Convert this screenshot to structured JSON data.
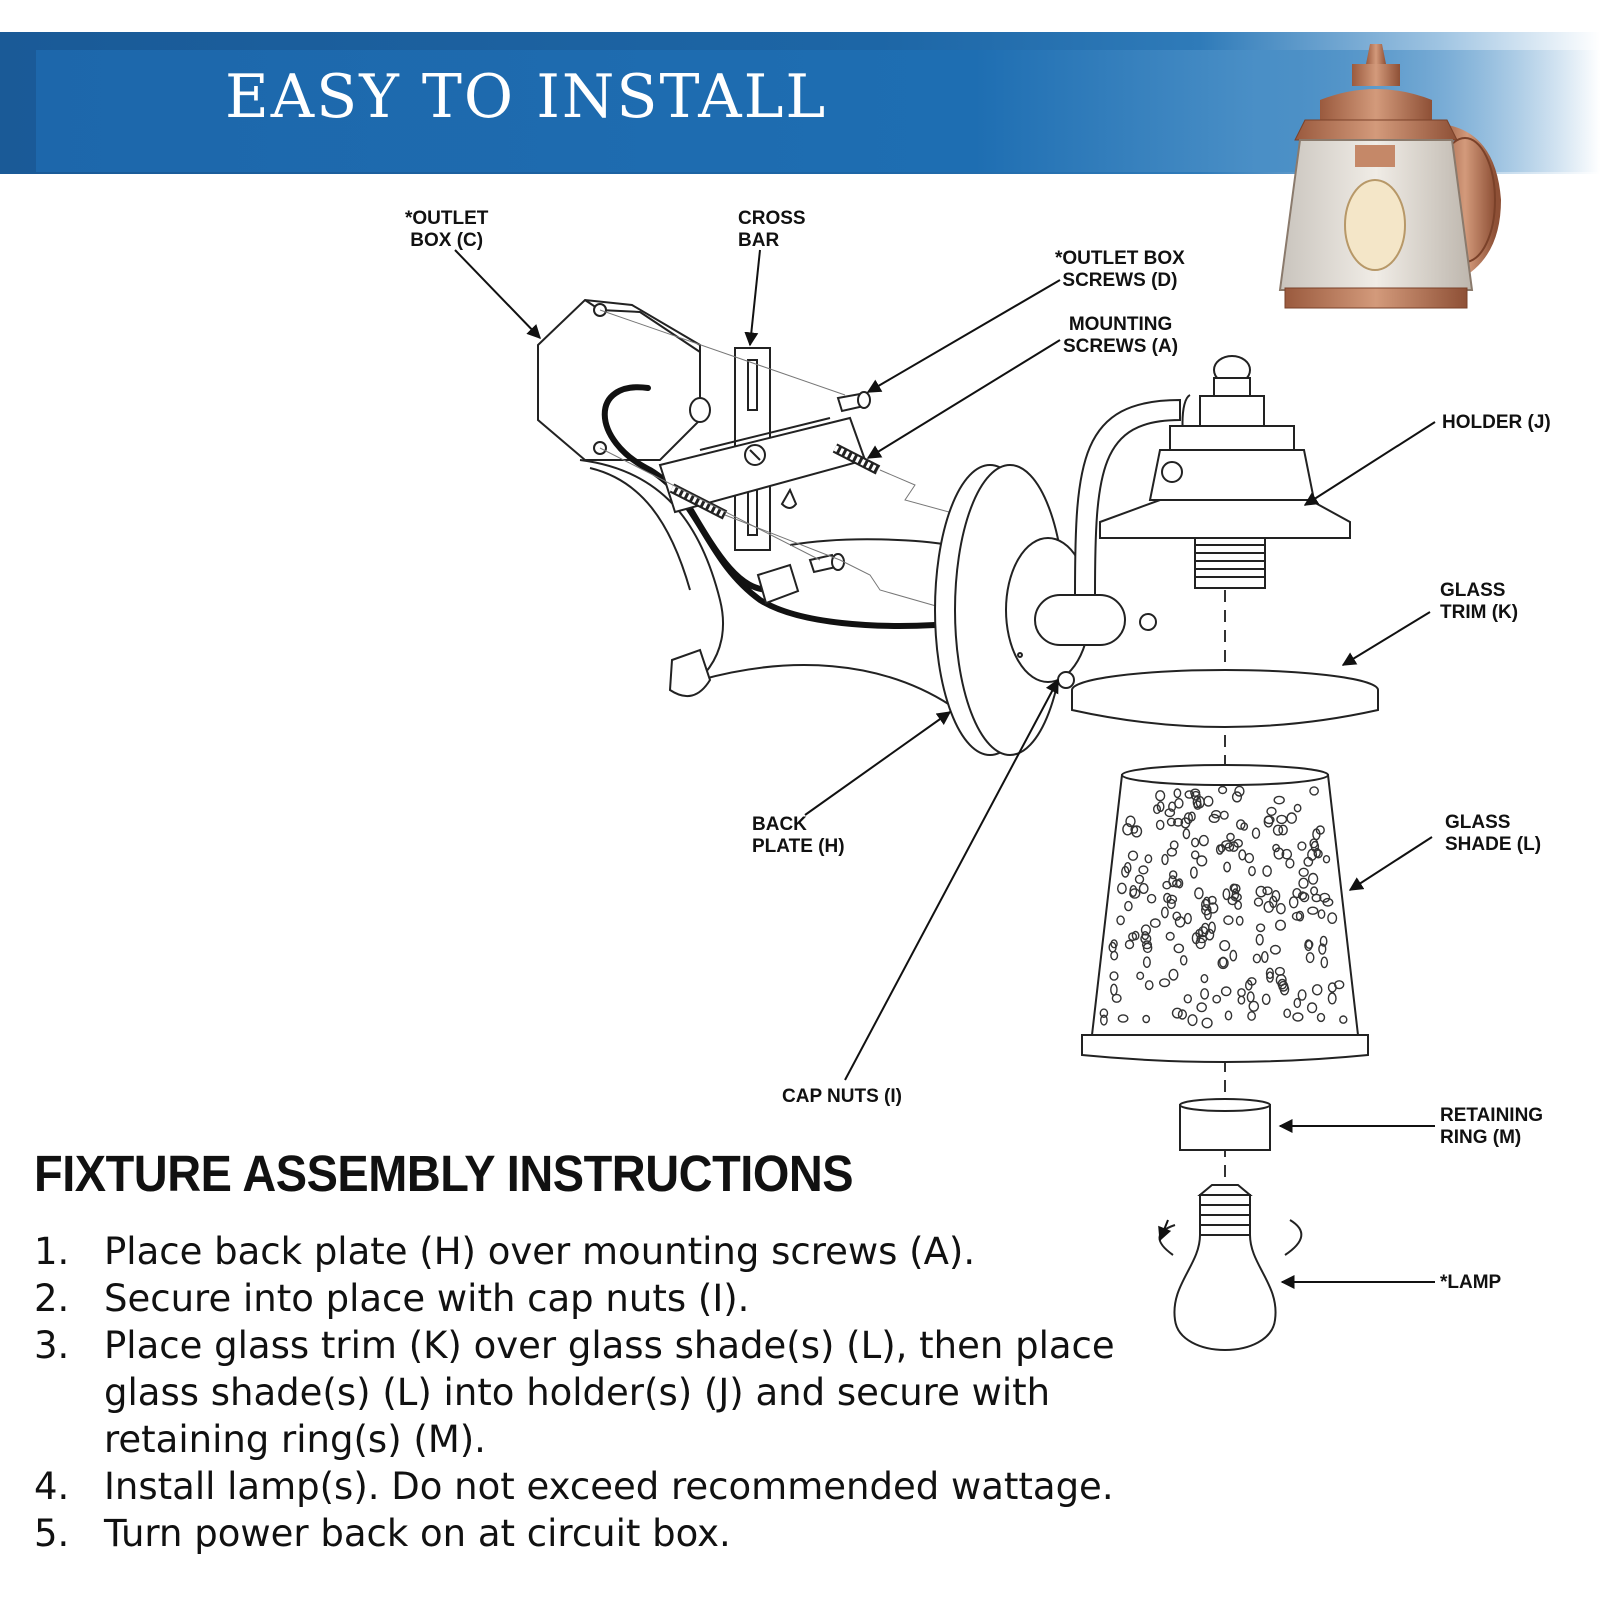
{
  "banner": {
    "title": "EASY TO INSTALL"
  },
  "labels": {
    "outlet_box": "*OUTLET\nBOX (C)",
    "cross_bar": "CROSS\nBAR",
    "outlet_box_screws": "*OUTLET BOX\nSCREWS (D)",
    "mounting_screws": "MOUNTING\nSCREWS (A)",
    "holder": "HOLDER (J)",
    "glass_trim": "GLASS\nTRIM (K)",
    "back_plate": "BACK\nPLATE (H)",
    "glass_shade": "GLASS\nSHADE (L)",
    "cap_nuts": "CAP NUTS (I)",
    "retaining_ring": "RETAINING\nRING (M)",
    "lamp": "*LAMP"
  },
  "instructions": {
    "title": "FIXTURE ASSEMBLY INSTRUCTIONS",
    "steps": [
      {
        "num": "1.",
        "text": "Place back plate (H) over mounting screws (A)."
      },
      {
        "num": "2.",
        "text": "Secure into place with cap nuts (I)."
      },
      {
        "num": "3.",
        "text": "Place glass trim (K) over glass shade(s) (L), then place glass shade(s) (L) into holder(s) (J) and secure with retaining ring(s) (M)."
      },
      {
        "num": "4.",
        "text": "Install lamp(s). Do not exceed recommended wattage."
      },
      {
        "num": "5.",
        "text": "Turn power back on at circuit box."
      }
    ]
  },
  "colors": {
    "banner_blue": "#1d67ab",
    "copper": "#b8775a"
  }
}
